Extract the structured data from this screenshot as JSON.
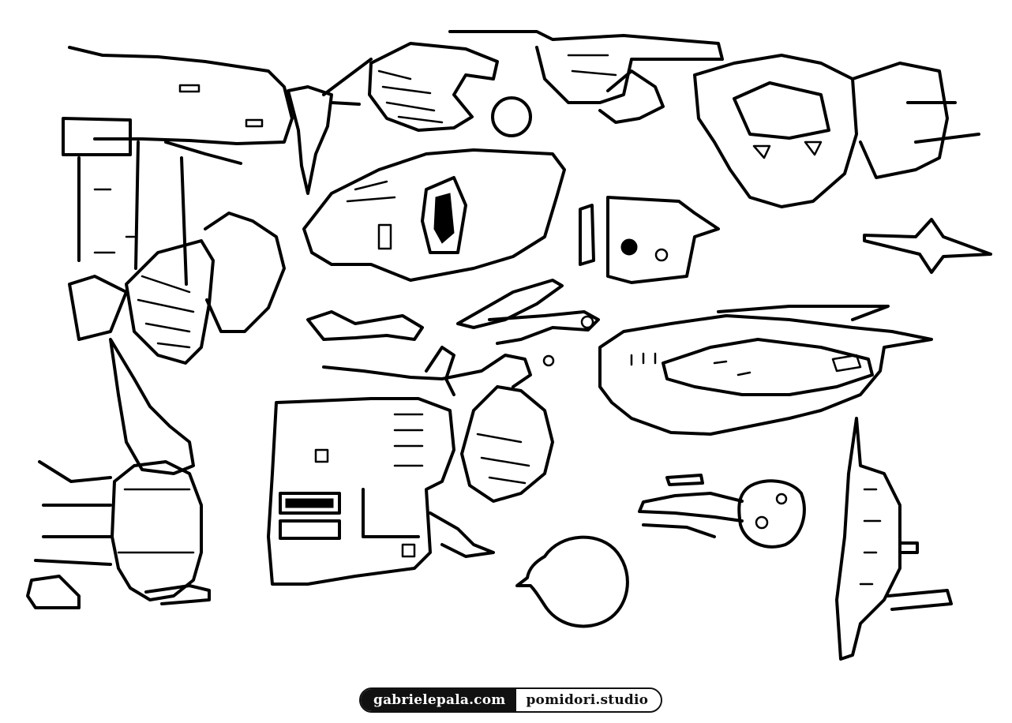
{
  "artwork": {
    "icon": "ink-sketch-illustration"
  },
  "credits": {
    "left_label": "gabrielepala.com",
    "right_label": "pomidori.studio"
  },
  "colors": {
    "ink": "#000000",
    "paper": "#ffffff"
  }
}
